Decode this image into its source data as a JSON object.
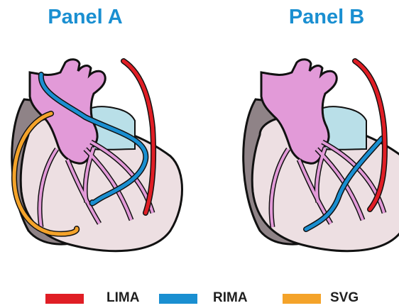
{
  "panels": [
    {
      "title": "Panel A",
      "grafts": [
        "LIMA",
        "RIMA",
        "SVG"
      ]
    },
    {
      "title": "Panel B",
      "grafts": [
        "LIMA",
        "RIMA"
      ]
    }
  ],
  "legend": [
    {
      "label": "LIMA",
      "color": "#e01e25"
    },
    {
      "label": "RIMA",
      "color": "#1a8fd1"
    },
    {
      "label": "SVG",
      "color": "#f4a32a"
    }
  ],
  "colors": {
    "title": "#1a8fd1",
    "heart_body": "#eddfe2",
    "heart_shadow": "#8f8387",
    "great_vessels": "#e29ad8",
    "pulmonary": "#b9dfe8",
    "coronary": "#e29ad8",
    "outline": "#111111"
  }
}
